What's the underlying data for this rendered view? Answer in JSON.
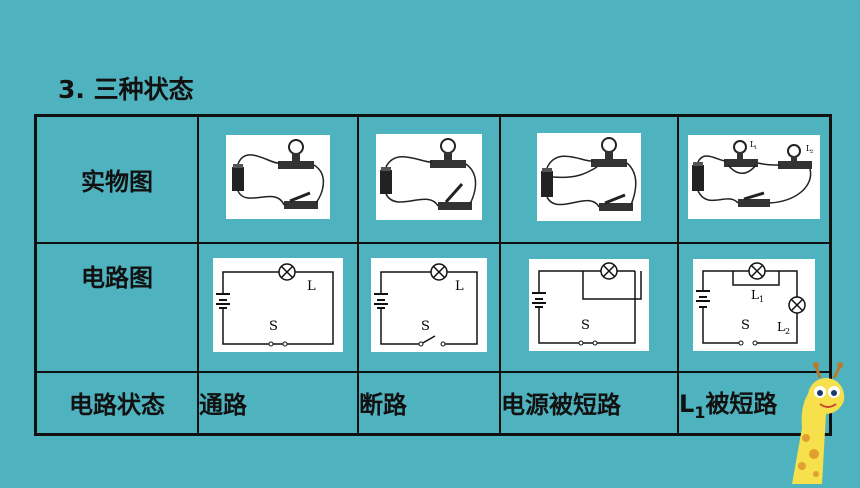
{
  "heading": "3. 三种状态",
  "rows": {
    "photo_label": "实物图",
    "circuit_label": "电路图",
    "state_label": "电路状态"
  },
  "circuit_labels": {
    "lamp": "L",
    "switch": "S",
    "lamp1": "L",
    "lamp2": "L",
    "sub1": "1",
    "sub2": "2"
  },
  "states": {
    "s1": "通路",
    "s2": "断路",
    "s3": "电源被短路",
    "s4_prefix": "L",
    "s4_sub": "1",
    "s4_suffix": "被短路"
  },
  "colors": {
    "background": "#4fb3bf",
    "border": "#111111"
  }
}
